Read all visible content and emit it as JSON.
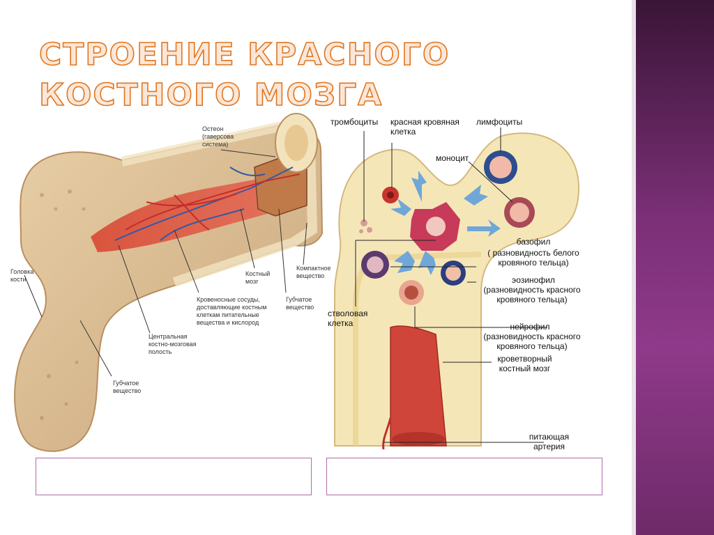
{
  "slide": {
    "title": "Строение красного костного мозга",
    "colors": {
      "accent_outline": "#e0761f",
      "sidebar": "#7a2f76",
      "caption_border": "#b06aa8"
    }
  },
  "left_figure": {
    "labels": {
      "osteon": "Остеон (гаверсова система)",
      "bone_head": "Головка кости",
      "vessels": "Кровеносные сосуды, доставляющие костным клеткам питательные вещества и кислород",
      "bone_marrow": "Костный мозг",
      "compact": "Компактное вещество",
      "spongy_inner": "Губчатое вещество",
      "central_cavity": "Центральная костно-мозговая полость",
      "spongy_outer": "Губчатое вещество"
    }
  },
  "right_figure": {
    "labels": {
      "thrombocytes": "тромбоциты",
      "rbc": "красная кровяная клетка",
      "lymphocytes": "лимфоциты",
      "monocyte": "моноцит",
      "basophil": "базофил",
      "basophil_note": "( разновидность белого кровяного тельца)",
      "eosinophil": "эозинофил",
      "eosinophil_note": "(разновидность красного кровяного тельца)",
      "stem_cell": "стволовая клетка",
      "neutrophil": "нейрофил",
      "neutrophil_note": "(разновидность красного кровяного тельца)",
      "hematopoietic": "кроветворный костный мозг",
      "artery": "питающая артерия"
    }
  },
  "captions": {
    "left": "",
    "right": ""
  }
}
